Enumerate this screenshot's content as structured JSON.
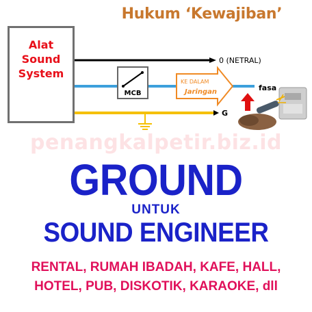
{
  "colors": {
    "title_orange": "#c8782e",
    "box_red": "#e8101a",
    "neutral_black": "#000000",
    "phase_blue": "#3da0dc",
    "ground_yellow": "#f5c000",
    "arrow_orange": "#f08a24",
    "watermark_pink": "#fde2e4",
    "headline_blue": "#1a22c8",
    "list_crimson": "#e0105a"
  },
  "header": {
    "title": "Hukum ‘Kewajiban’"
  },
  "device_box": {
    "label": "Alat Sound System"
  },
  "diagram": {
    "neutral_label": "0 (NETRAL)",
    "mcb_label": "MCB",
    "arrow_line1": "KE DALAM",
    "arrow_line2": "Jaringan",
    "phase_label": "fasa",
    "ground_label": "G"
  },
  "watermark": {
    "text": "penangkalpetir.biz.id"
  },
  "headline": {
    "line1": "GROUND",
    "line2": "UNTUK",
    "line3": "SOUND ENGINEER"
  },
  "venues": {
    "line1": "RENTAL, RUMAH IBADAH, KAFE, HALL,",
    "line2": "HOTEL, PUB, DISKOTIK, KARAOKE,  dll"
  },
  "icons": [
    "mcb-switch-icon",
    "ground-symbol-icon",
    "arrow-right-icon",
    "up-arrow-icon",
    "voltage-tester-photo-icon"
  ]
}
